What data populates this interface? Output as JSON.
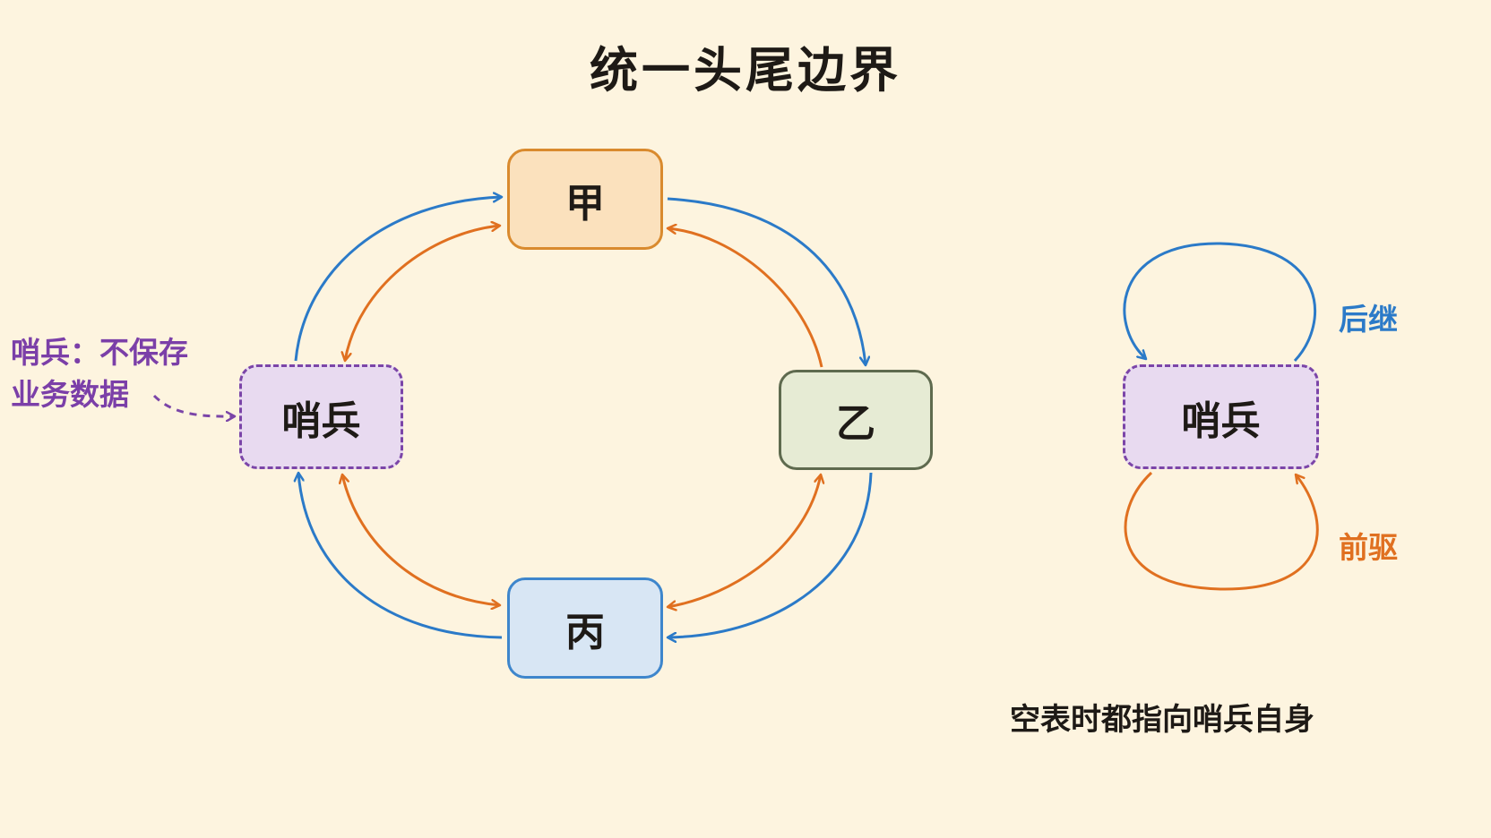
{
  "title": "统一头尾边界",
  "nodes": {
    "jia": "甲",
    "yi": "乙",
    "bing": "丙",
    "sentinel": "哨兵"
  },
  "note": {
    "line1": "哨兵：不保存",
    "line2": "业务数据"
  },
  "empty_state": {
    "node": "哨兵",
    "succ_label": "后继",
    "pred_label": "前驱",
    "caption": "空表时都指向哨兵自身"
  },
  "colors": {
    "background": "#fdf4df",
    "successor": "#2b7ac8",
    "predecessor": "#e07020",
    "sentinel": "#7b45a8",
    "jia": "#d98a2e",
    "yi": "#5e6a4e",
    "bing": "#3e86cc"
  }
}
